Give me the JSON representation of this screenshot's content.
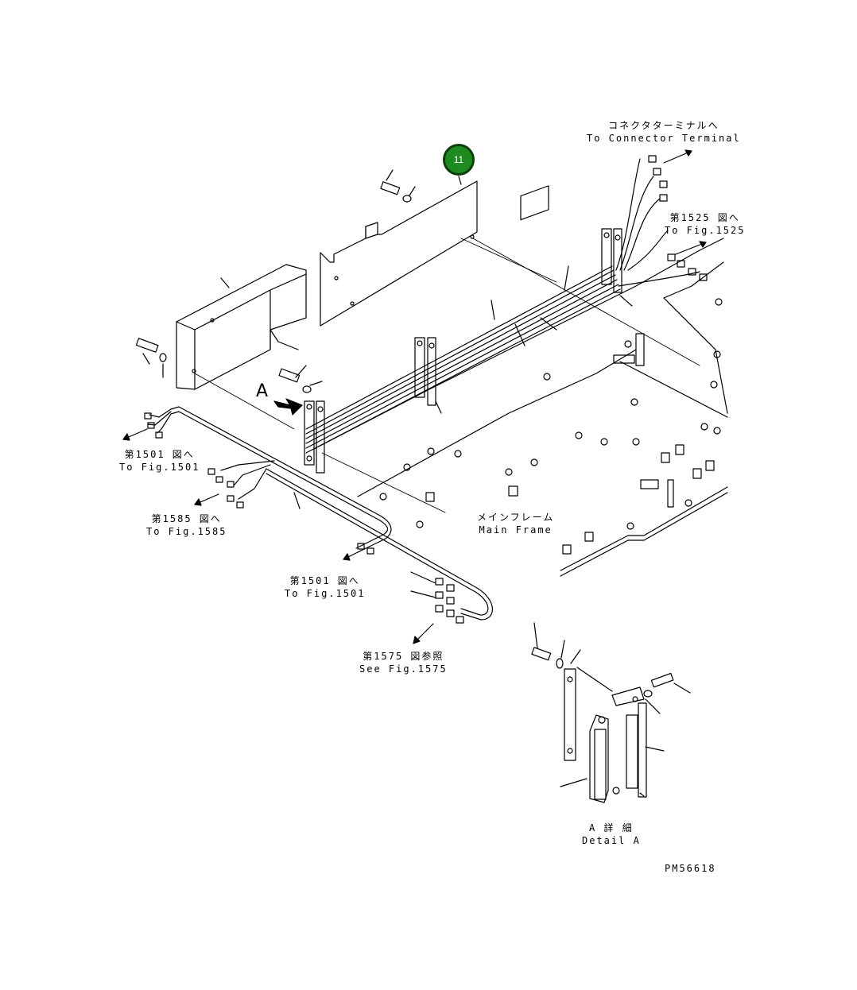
{
  "callout": {
    "number": "11"
  },
  "view_marker": "A",
  "labels": {
    "connector_terminal": {
      "jp": "コネクタターミナルへ",
      "en": "To Connector Terminal"
    },
    "fig1525": {
      "jp": "第1525 図へ",
      "en": "To Fig.1525"
    },
    "fig1501_a": {
      "jp": "第1501 図へ",
      "en": "To Fig.1501"
    },
    "fig1585": {
      "jp": "第1585 図へ",
      "en": "To Fig.1585"
    },
    "fig1501_b": {
      "jp": "第1501 図へ",
      "en": "To Fig.1501"
    },
    "fig1575": {
      "jp": "第1575 図参照",
      "en": "See Fig.1575"
    },
    "main_frame": {
      "jp": "メインフレーム",
      "en": "Main Frame"
    },
    "detail_a": {
      "jp": "A  詳  細",
      "en": "Detail A"
    }
  },
  "drawing_code": "PM56618"
}
